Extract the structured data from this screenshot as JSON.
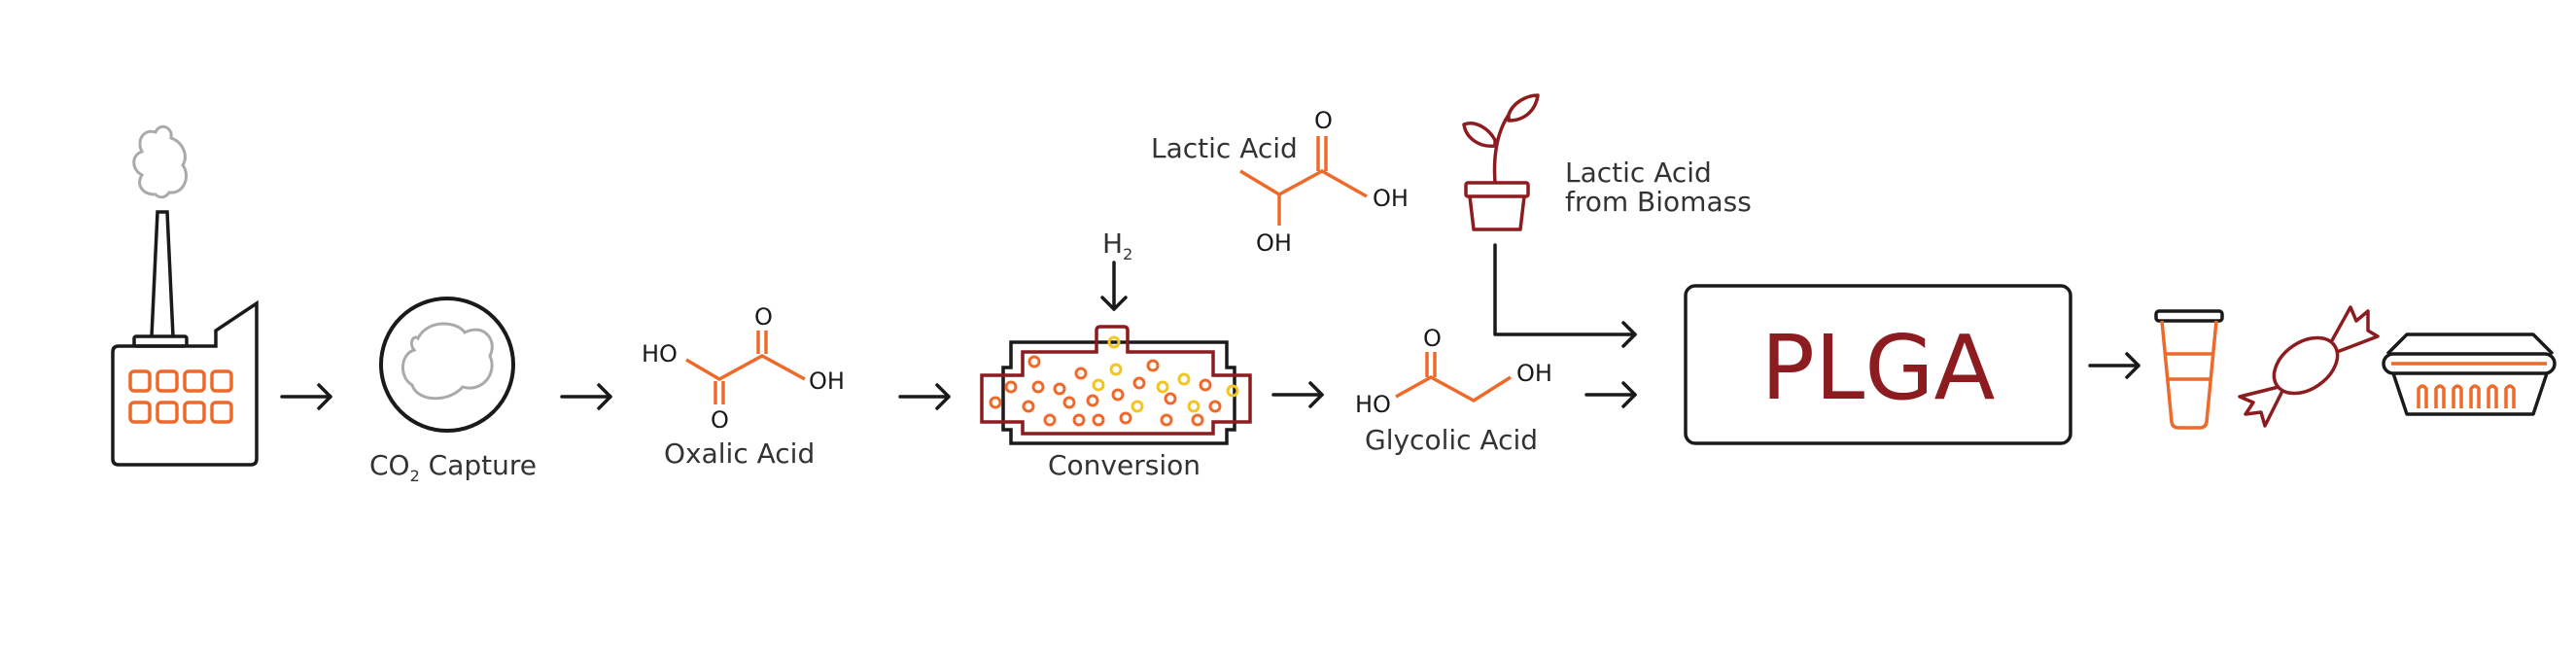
{
  "steps": {
    "capture_label_prefix": "CO",
    "capture_label_sub": "2",
    "capture_label_suffix": " Capture",
    "oxalic_label": "Oxalic Acid",
    "h2_label": "H",
    "h2_sub": "2",
    "conversion_label": "Conversion",
    "glycolic_label": "Glycolic Acid",
    "lactic_label": "Lactic Acid",
    "biomass_label_line1": "Lactic Acid",
    "biomass_label_line2": "from Biomass",
    "product_label": "PLGA"
  },
  "molecules": {
    "oxalic": {
      "ho": "HO",
      "oh": "OH",
      "o_top": "O",
      "o_bottom": "O"
    },
    "lactic": {
      "o_top": "O",
      "oh_right": "OH",
      "oh_bottom": "OH"
    },
    "glycolic": {
      "o_top": "O",
      "ho": "HO",
      "oh": "OH"
    }
  },
  "colors": {
    "outline": "#1a1a1a",
    "accent_orange": "#ee6a2b",
    "accent_yellow": "#f3c524",
    "accent_red": "#8c1c1f",
    "smoke_gray": "#aaaaaa"
  },
  "icons": {
    "factory": "factory-icon",
    "capture": "co2-capture-icon",
    "reactor": "reactor-icon",
    "plant": "plant-pot-icon",
    "cup": "cup-icon",
    "candy": "candy-icon",
    "container": "food-container-icon"
  }
}
